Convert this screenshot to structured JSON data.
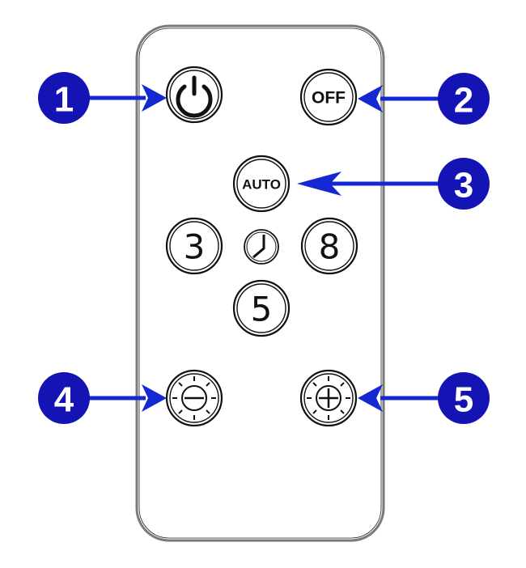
{
  "remote": {
    "buttons": {
      "power": {
        "icon": "power-icon"
      },
      "off": {
        "label": "OFF"
      },
      "auto": {
        "label": "AUTO"
      },
      "timer3": {
        "label": "3"
      },
      "timer_icon": {
        "icon": "clock-icon"
      },
      "timer8": {
        "label": "8"
      },
      "timer5": {
        "label": "5"
      },
      "dim": {
        "icon": "brightness-minus-icon"
      },
      "bright": {
        "icon": "brightness-plus-icon"
      }
    }
  },
  "callouts": [
    "1",
    "2",
    "3",
    "4",
    "5"
  ],
  "colors": {
    "callout": "#1414b4",
    "arrow": "#1428d2",
    "outline": "#111111",
    "body": "#7a7a7a"
  }
}
